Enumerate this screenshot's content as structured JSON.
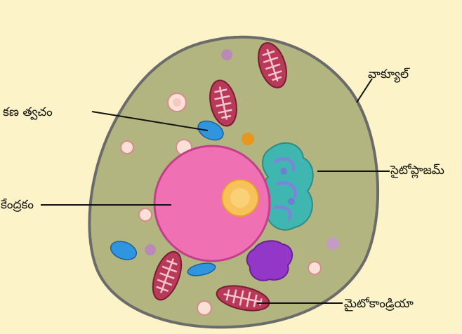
{
  "diagram": {
    "labels": {
      "vacuole": "వాక్యూల్",
      "cell_membrane": "కణ త్వచం",
      "cytoplasm": "సైటోప్లాజమ్",
      "nucleus": "కేంద్రకం",
      "mitochondria": "మైటోకాండ్రియా"
    }
  },
  "colors": {
    "background": "#fdf3c8",
    "cytoplasm": "#b2b57f",
    "cell_outline": "#6b6b6b",
    "nucleus": "#f070b4",
    "nucleolus": "#f8c25a",
    "mitochondria": "#b83a58",
    "vacuole_small": "#fbe0d8",
    "blue_organelle": "#2f95df",
    "golgi": "#3fb7b0",
    "purple_body": "#9237c8",
    "orange_dot": "#e7961e",
    "leader_line": "#111111"
  }
}
